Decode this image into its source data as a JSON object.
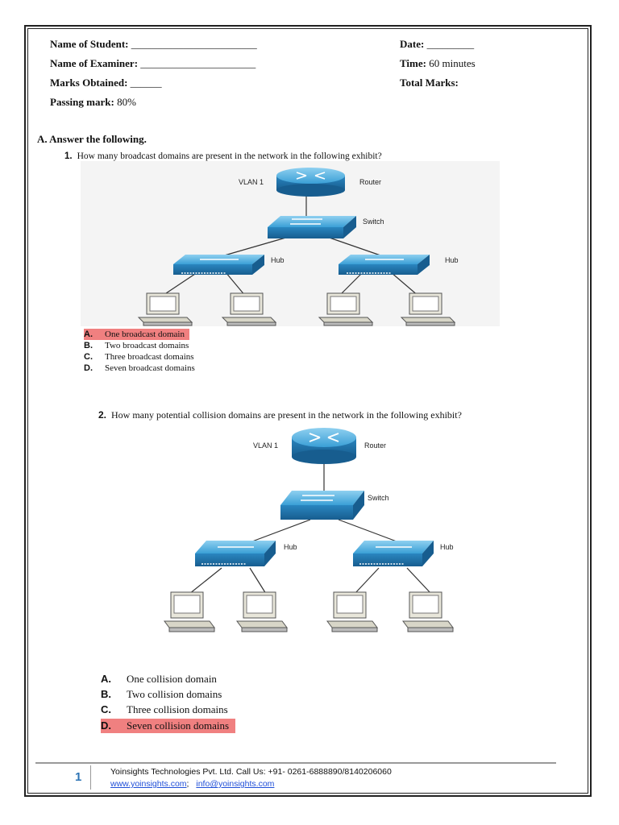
{
  "header": {
    "student_label": "Name of Student:",
    "student_blank": "________________________",
    "date_label": "Date:",
    "date_blank": "_________",
    "examiner_label": "Name of Examiner:",
    "examiner_blank": "______________________",
    "time_label": "Time:",
    "time_value": "60 minutes",
    "marks_label": "Marks Obtained:",
    "marks_blank": "______",
    "total_label": "Total Marks:",
    "passing_label": "Passing mark:",
    "passing_value": "80%"
  },
  "section": {
    "title": "A.  Answer the following."
  },
  "q1": {
    "number": "1.",
    "text": "How many broadcast domains are present in the network in the following exhibit?",
    "diagram": {
      "vlan": "VLAN 1",
      "router": "Router",
      "switch": "Switch",
      "hub_left": "Hub",
      "hub_right": "Hub"
    },
    "options": [
      {
        "letter": "A.",
        "text": "One broadcast domain",
        "highlighted": true
      },
      {
        "letter": "B.",
        "text": "Two broadcast domains",
        "highlighted": false
      },
      {
        "letter": "C.",
        "text": "Three broadcast domains",
        "highlighted": false
      },
      {
        "letter": "D.",
        "text": "Seven broadcast domains",
        "highlighted": false
      }
    ]
  },
  "q2": {
    "number": "2.",
    "text": "How many potential collision domains are present in the network in the following exhibit?",
    "diagram": {
      "vlan": "VLAN 1",
      "router": "Router",
      "switch": "Switch",
      "hub_left": "Hub",
      "hub_right": "Hub"
    },
    "options": [
      {
        "letter": "A.",
        "text": "One collision domain",
        "highlighted": false
      },
      {
        "letter": "B.",
        "text": "Two collision domains",
        "highlighted": false
      },
      {
        "letter": "C.",
        "text": "Three collision domains",
        "highlighted": false
      },
      {
        "letter": "D.",
        "text": "Seven collision domains",
        "highlighted": true
      }
    ]
  },
  "footer": {
    "page_number": "1",
    "company": "Yoinsights Technologies Pvt. Ltd.    Call Us: +91- 0261-6888890/8140206060",
    "website": "www.yoinsights.com",
    "separator": ";",
    "email": "info@yoinsights.com"
  },
  "colors": {
    "highlight": "#f08080",
    "device_blue": "#2b8fc9",
    "link": "#1f4ed8",
    "page_number": "#2e74b5"
  }
}
